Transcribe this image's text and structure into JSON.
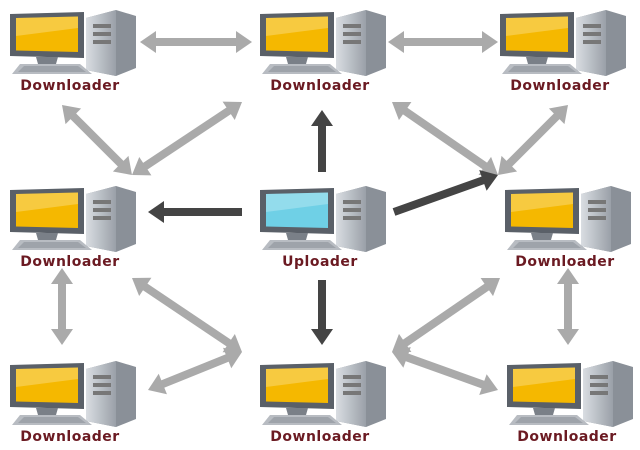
{
  "colors": {
    "label": "#6b1a22",
    "peer_arrow": "#aaaaaa",
    "upload_arrow": "#444444",
    "downloader_screen": "#f5b800",
    "uploader_screen": "#6fd0e6"
  },
  "nodes": {
    "top_left": {
      "label": "Downloader",
      "role": "downloader"
    },
    "top_center": {
      "label": "Downloader",
      "role": "downloader"
    },
    "top_right": {
      "label": "Downloader",
      "role": "downloader"
    },
    "mid_left": {
      "label": "Downloader",
      "role": "downloader"
    },
    "center": {
      "label": "Uploader",
      "role": "uploader"
    },
    "mid_right": {
      "label": "Downloader",
      "role": "downloader"
    },
    "bottom_left": {
      "label": "Downloader",
      "role": "downloader"
    },
    "bottom_center": {
      "label": "Downloader",
      "role": "downloader"
    },
    "bottom_right": {
      "label": "Downloader",
      "role": "downloader"
    }
  },
  "edges": {
    "peer": [
      [
        "top_left",
        "top_center"
      ],
      [
        "top_center",
        "top_right"
      ],
      [
        "top_left",
        "mid_left"
      ],
      [
        "top_right",
        "mid_right"
      ],
      [
        "mid_left",
        "top_center"
      ],
      [
        "top_center",
        "mid_right"
      ],
      [
        "mid_left",
        "bottom_left"
      ],
      [
        "mid_right",
        "bottom_right"
      ],
      [
        "mid_left",
        "bottom_center"
      ],
      [
        "bottom_center",
        "mid_right"
      ],
      [
        "bottom_left",
        "bottom_center"
      ],
      [
        "bottom_center",
        "bottom_right"
      ]
    ],
    "upload": [
      [
        "center",
        "top_center"
      ],
      [
        "center",
        "mid_left"
      ],
      [
        "center",
        "mid_right"
      ],
      [
        "center",
        "bottom_center"
      ]
    ]
  }
}
